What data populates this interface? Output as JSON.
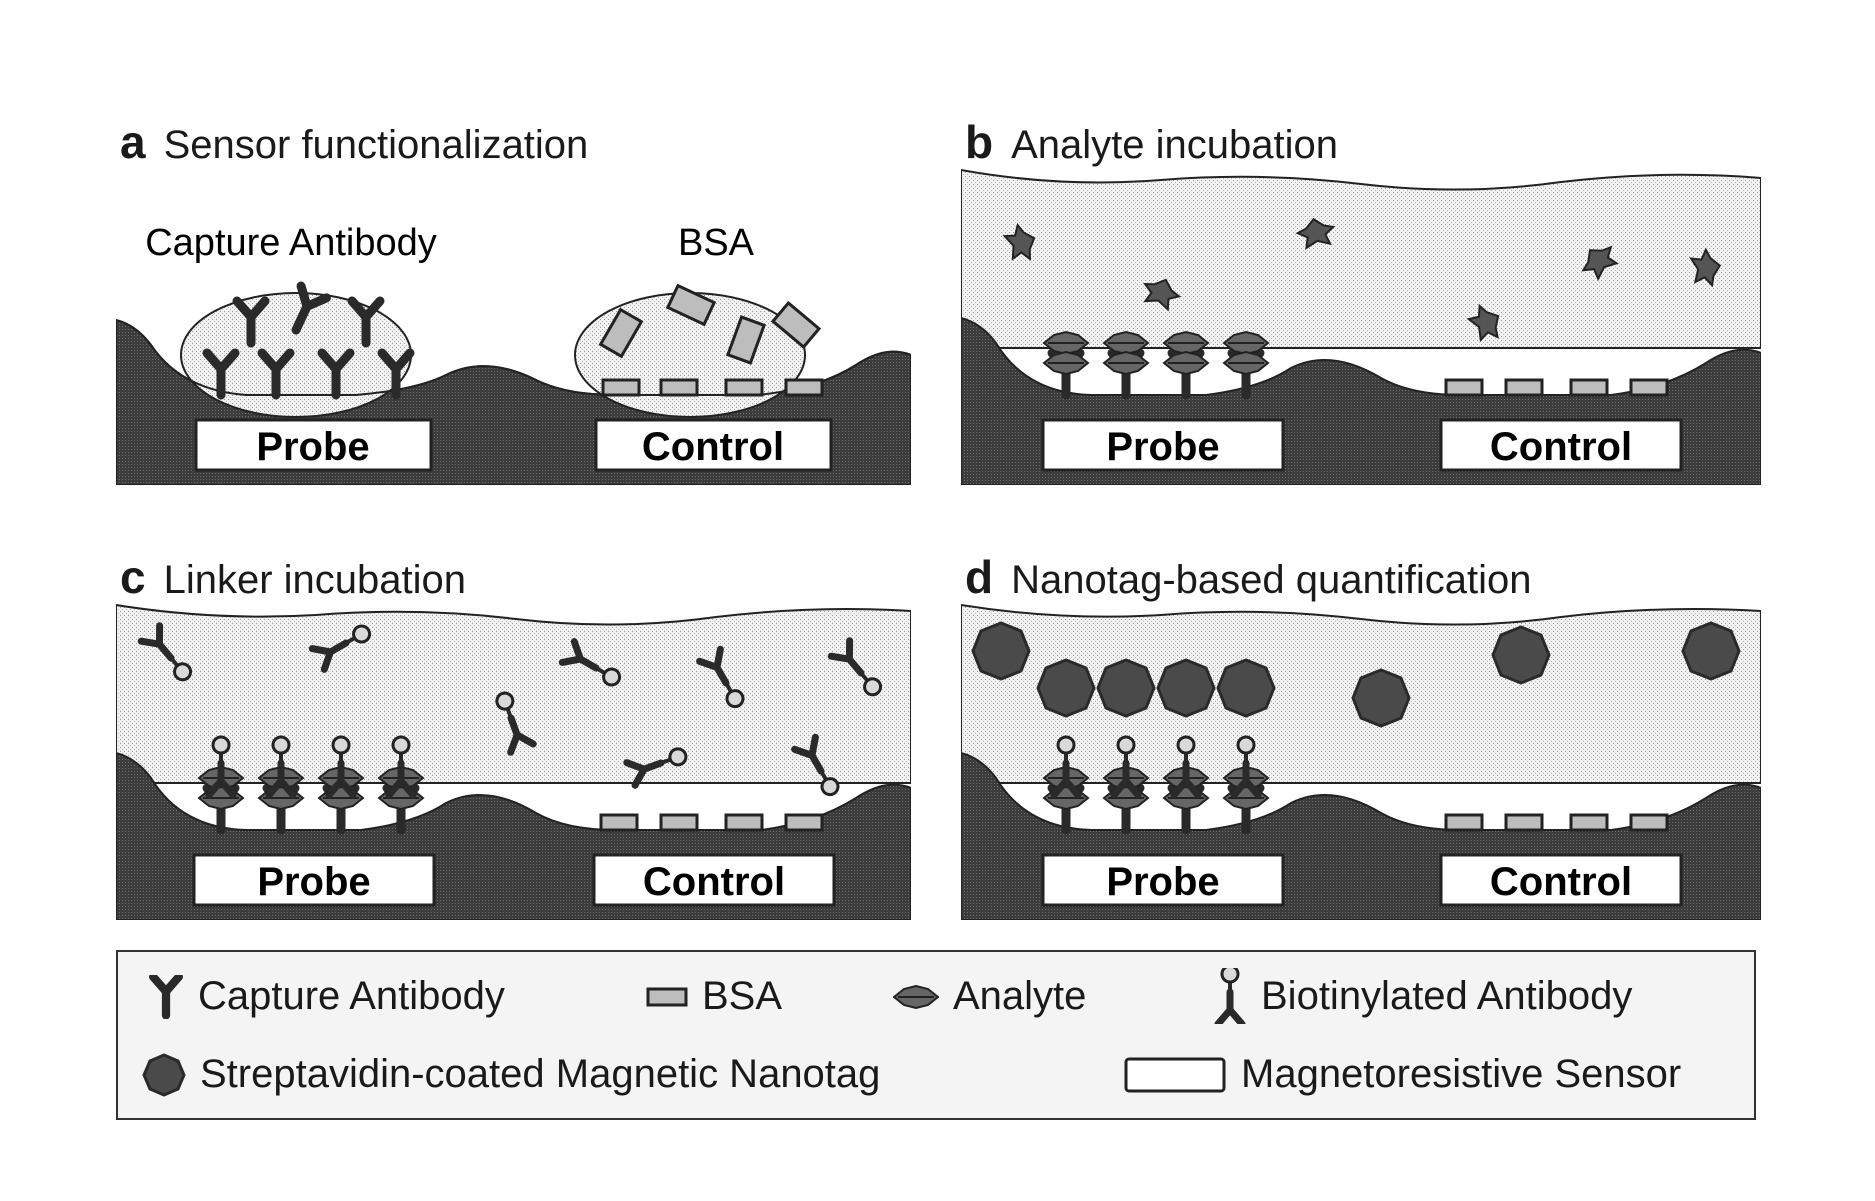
{
  "panels": {
    "a": {
      "letter": "a",
      "title": "Sensor functionalization",
      "capture_label": "Capture Antibody",
      "bsa_label": "BSA",
      "probe": "Probe",
      "control": "Control"
    },
    "b": {
      "letter": "b",
      "title": "Analyte incubation",
      "probe": "Probe",
      "control": "Control"
    },
    "c": {
      "letter": "c",
      "title": "Linker incubation",
      "probe": "Probe",
      "control": "Control"
    },
    "d": {
      "letter": "d",
      "title": "Nanotag-based quantification",
      "probe": "Probe",
      "control": "Control"
    }
  },
  "legend": {
    "capture_antibody": "Capture Antibody",
    "bsa": "BSA",
    "analyte": "Analyte",
    "biotinylated_antibody": "Biotinylated Antibody",
    "nanotag": "Streptavidin-coated Magnetic Nanotag",
    "sensor": "Magnetoresistive Sensor"
  }
}
